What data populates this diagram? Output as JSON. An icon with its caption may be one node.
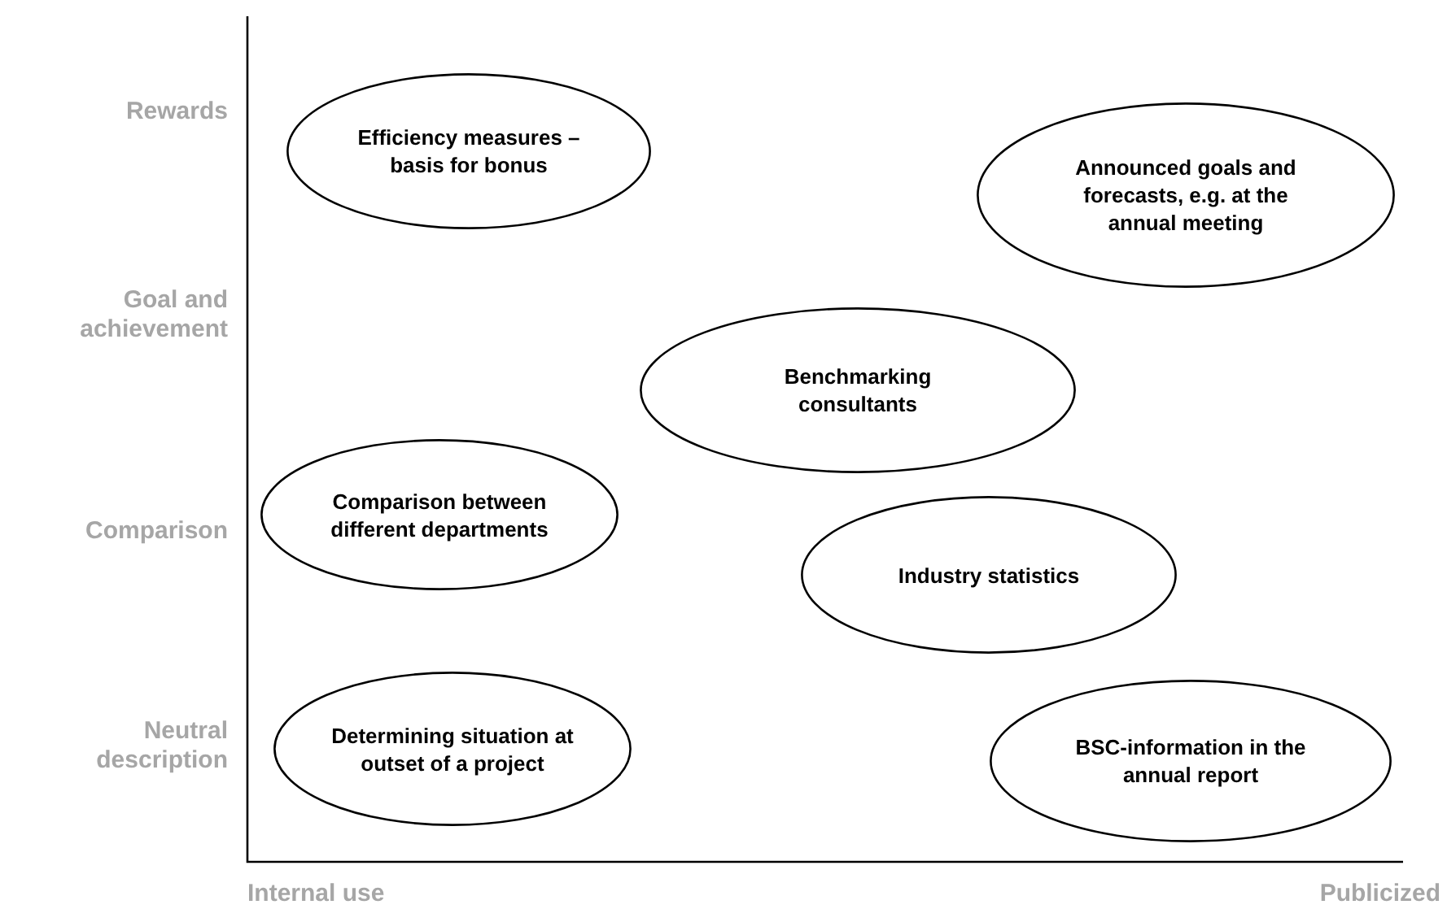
{
  "diagram": {
    "nodes": [
      {
        "text": [
          "Efficiency measures – basis for bonus"
        ]
      },
      {
        "text": [
          "Announced goals and forecasts, e.g. at the annual meeting"
        ]
      },
      {
        "text": [
          "Benchmarking consultants"
        ]
      },
      {
        "text": [
          "Comparison between different departments"
        ]
      },
      {
        "text": [
          "Industry statistics"
        ]
      },
      {
        "text": [
          "Determining situation at outset of a project"
        ]
      },
      {
        "text": [
          "BSC-information in the annual report"
        ]
      }
    ],
    "labels": [
      "Rewards",
      "Goal and achievement",
      "Comparison",
      "Neutral description",
      "Internal use",
      "Publicized"
    ]
  }
}
